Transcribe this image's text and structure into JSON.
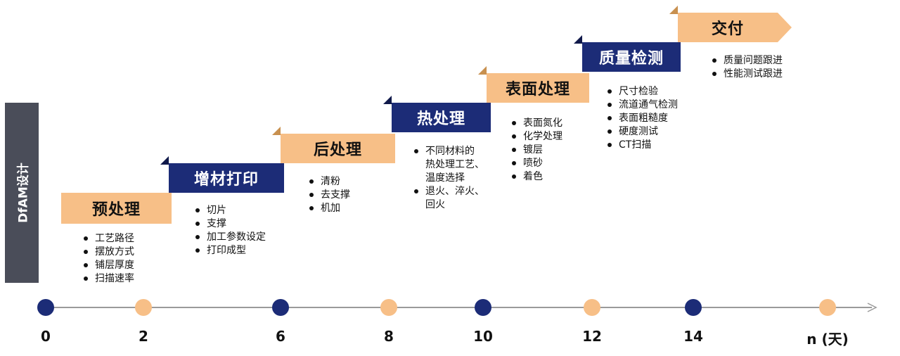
{
  "side_label": "DfAM设计",
  "stages": [
    {
      "title": "预处理",
      "color": "#f7bf87",
      "items": [
        "工艺路径",
        "摆放方式",
        "铺层厚度",
        "扫描速率"
      ]
    },
    {
      "title": "增材打印",
      "color": "#1c2c77",
      "items": [
        "切片",
        "支撑",
        "加工参数设定",
        "打印成型"
      ]
    },
    {
      "title": "后处理",
      "color": "#f7bf87",
      "items": [
        "清粉",
        "去支撑",
        "机加"
      ]
    },
    {
      "title": "热处理",
      "color": "#1c2c77",
      "items": [
        "不同材料的\n热处理工艺、\n温度选择",
        "退火、淬火、\n回火"
      ]
    },
    {
      "title": "表面处理",
      "color": "#f7bf87",
      "items": [
        "表面氮化",
        "化学处理",
        "镀层",
        "喷砂",
        "着色"
      ]
    },
    {
      "title": "质量检测",
      "color": "#1c2c77",
      "items": [
        "尺寸检验",
        "流道通气检测",
        "表面粗糙度",
        "硬度测试",
        "CT扫描"
      ]
    },
    {
      "title": "交付",
      "color": "#f7bf87",
      "items": [
        "质量问题跟进",
        "性能测试跟进"
      ]
    }
  ],
  "timeline": {
    "ticks": [
      {
        "label": "0",
        "color": "#1c2c77"
      },
      {
        "label": "2",
        "color": "#f7bf87"
      },
      {
        "label": "6",
        "color": "#1c2c77"
      },
      {
        "label": "8",
        "color": "#f7bf87"
      },
      {
        "label": "10",
        "color": "#1c2c77"
      },
      {
        "label": "12",
        "color": "#f7bf87"
      },
      {
        "label": "14",
        "color": "#1c2c77"
      },
      {
        "label": "n (天)",
        "color": "#f7bf87"
      }
    ]
  }
}
